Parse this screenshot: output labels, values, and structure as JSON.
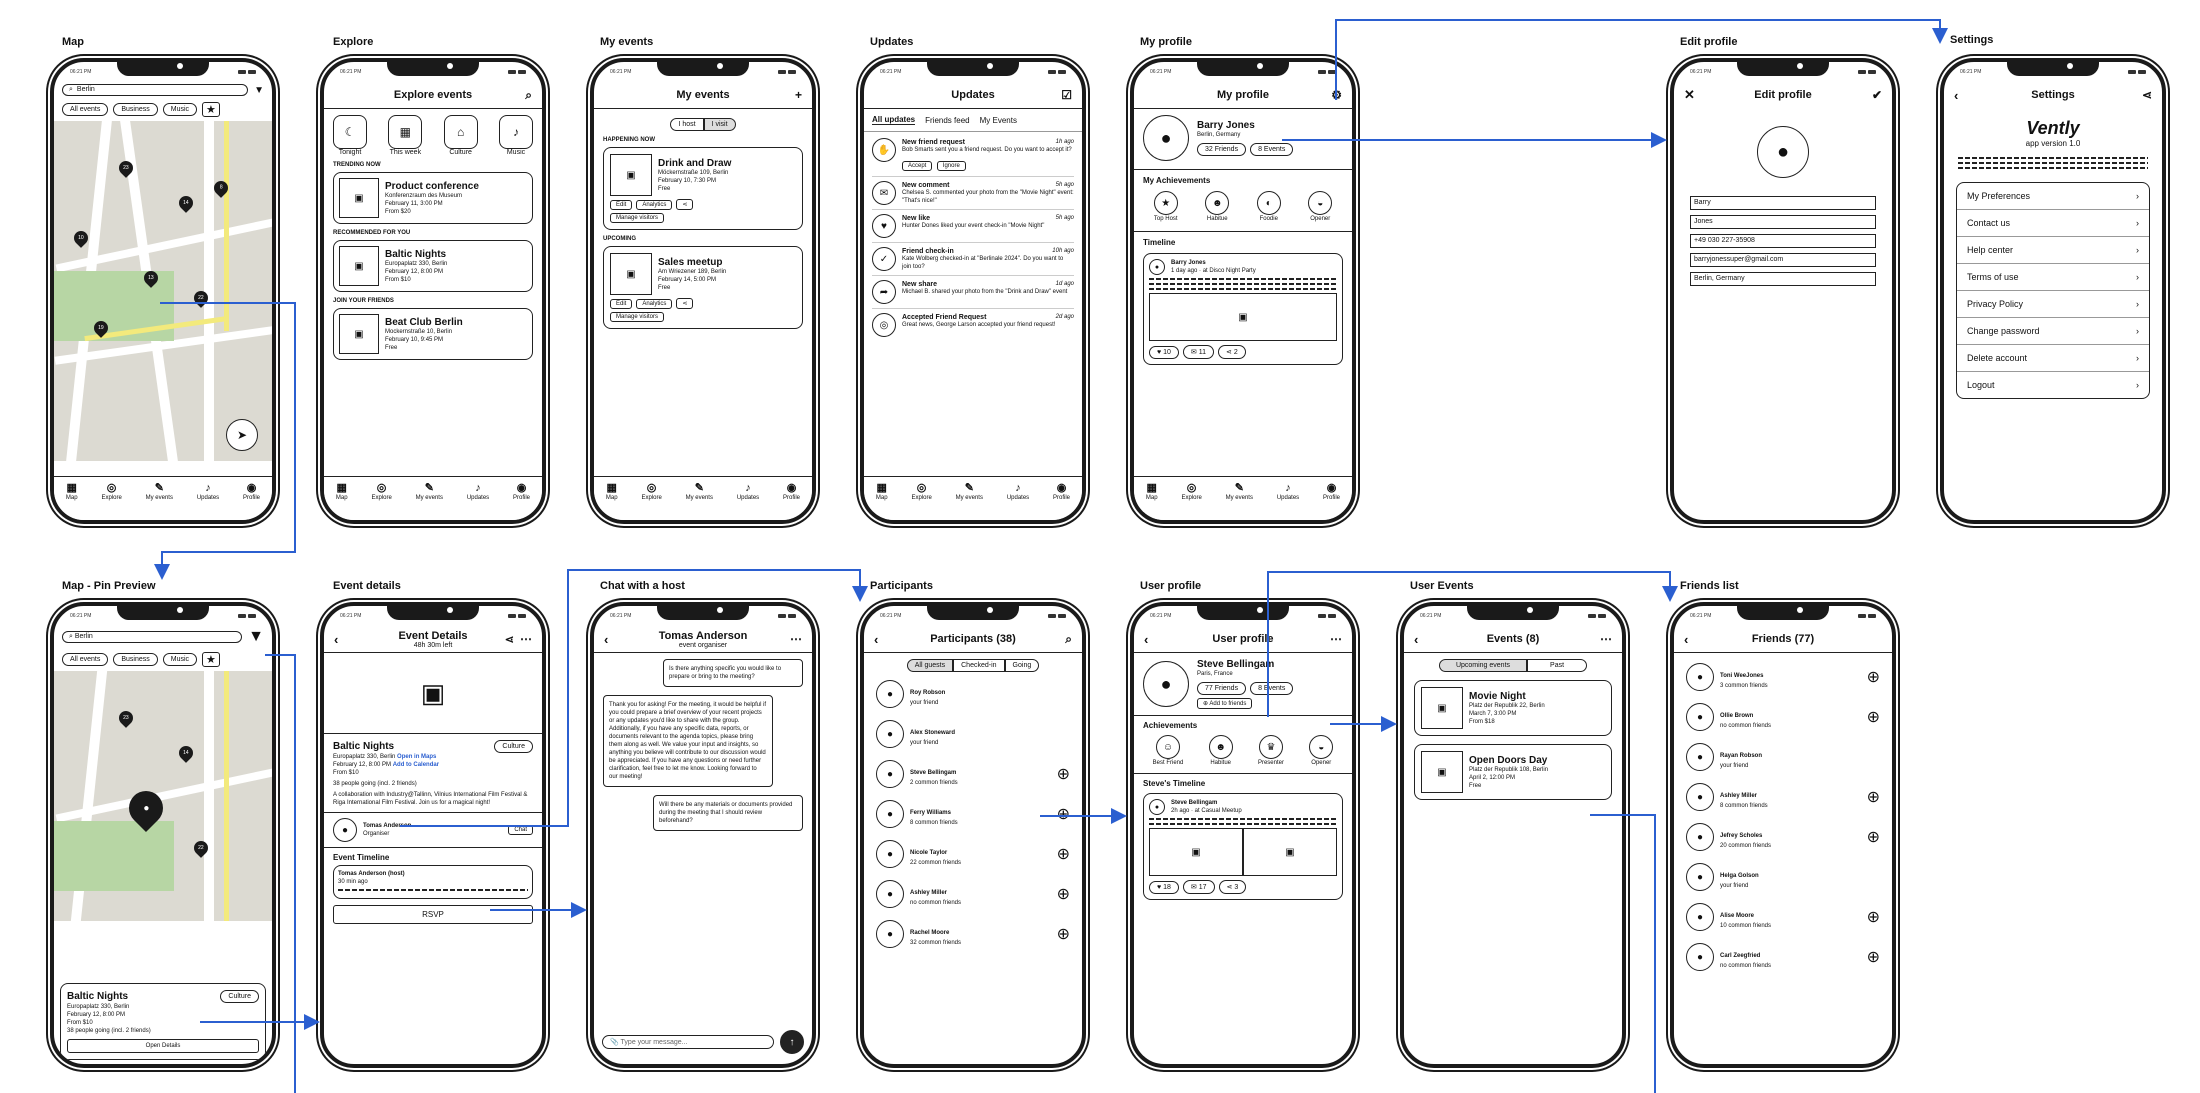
{
  "labels": {
    "map": "Map",
    "explore": "Explore",
    "my_events": "My events",
    "updates": "Updates",
    "my_profile": "My profile",
    "edit_profile": "Edit profile",
    "settings": "Settings",
    "pin_preview": "Map - Pin Preview",
    "event_details": "Event details",
    "chat": "Chat with a host",
    "participants": "Participants",
    "user_profile": "User profile",
    "user_events": "User Events",
    "friends_list": "Friends list"
  },
  "status_time": "06:21 PM",
  "nav": [
    "Map",
    "Explore",
    "My events",
    "Updates",
    "Profile"
  ],
  "map": {
    "search": "Berlin",
    "chips": [
      "All events",
      "Business",
      "Music"
    ],
    "pins": [
      "23",
      "10",
      "14",
      "8",
      "13",
      "22",
      "19"
    ]
  },
  "explore": {
    "title": "Explore events",
    "quick": [
      "Tonight",
      "This week",
      "Culture",
      "Music"
    ],
    "trending": "TRENDING NOW",
    "recommended": "RECOMMENDED FOR YOU",
    "friends": "JOIN YOUR FRIENDS",
    "events": [
      {
        "name": "Product conference",
        "place": "Konferenzraum des Museum",
        "date": "February 11, 3:00 PM",
        "price": "From $20"
      },
      {
        "name": "Baltic Nights",
        "place": "Europaplatz 330, Berlin",
        "date": "February 12, 8:00 PM",
        "price": "From $10"
      },
      {
        "name": "Beat Club Berlin",
        "place": "Mockernstraße 10, Berlin",
        "date": "February 10, 9:45 PM",
        "price": "Free"
      }
    ]
  },
  "my_events": {
    "title": "My events",
    "toggle": [
      "I host",
      "I visit"
    ],
    "happening": "HAPPENING NOW",
    "upcoming": "UPCOMING",
    "events": [
      {
        "name": "Drink and Draw",
        "place": "Möckernstraße 109, Berlin",
        "date": "February 10, 7:30 PM",
        "price": "Free"
      },
      {
        "name": "Sales meetup",
        "place": "Am Wriezener 189, Berlin",
        "date": "February 14, 5:00 PM",
        "price": "Free"
      }
    ],
    "buttons": [
      "Edit",
      "Analytics",
      "Manage visitors"
    ]
  },
  "updates": {
    "title": "Updates",
    "tabs": [
      "All updates",
      "Friends feed",
      "My Events"
    ],
    "items": [
      {
        "t": "New friend request",
        "time": "1h ago",
        "d": "Bob Smarts sent you a friend request. Do you want to accept it?"
      },
      {
        "t": "New comment",
        "time": "5h ago",
        "d": "Chelsea S. commented your photo from the \"Movie Night\" event: \"That's nice!\""
      },
      {
        "t": "New like",
        "time": "5h ago",
        "d": "Hunter Dones liked your event check-in \"Movie Night\""
      },
      {
        "t": "Friend check-in",
        "time": "10h ago",
        "d": "Kate Wolberg checked-in at \"Berlinale 2024\". Do you want to join too?"
      },
      {
        "t": "New share",
        "time": "1d ago",
        "d": "Michael B. shared your photo from the \"Drink and Draw\" event"
      },
      {
        "t": "Accepted Friend Request",
        "time": "2d ago",
        "d": "Great news, George Larson accepted your friend request!"
      }
    ],
    "accept": "Accept",
    "ignore": "Ignore"
  },
  "my_profile": {
    "title": "My profile",
    "name": "Barry Jones",
    "loc": "Berlin, Germany",
    "friends": "32 Friends",
    "events": "8 Events",
    "ach": "My Achievements",
    "badges": [
      "Top Host",
      "Habitue",
      "Foodie",
      "Opener"
    ],
    "timeline": "Timeline",
    "post_meta": "1 day ago · at Disco Night Party",
    "likes": "10",
    "comments": "11",
    "shares": "2"
  },
  "edit": {
    "title": "Edit profile",
    "fields": [
      "Barry",
      "Jones",
      "+49 030 227-35908",
      "barryjonessuper@gmail.com",
      "Berlin, Germany"
    ]
  },
  "settings": {
    "title": "Settings",
    "app": "Vently",
    "version": "app version 1.0",
    "items": [
      "My Preferences",
      "Contact us",
      "Help center",
      "Terms of use",
      "Privacy Policy",
      "Change password",
      "Delete account",
      "Logout"
    ]
  },
  "pin": {
    "name": "Baltic Nights",
    "tag": "Culture",
    "place": "Europaplatz 330, Berlin",
    "date": "February 12, 8:00 PM",
    "price": "From $10",
    "going": "38 people going (incl. 2 friends)",
    "open": "Open Details"
  },
  "details": {
    "title": "Event Details",
    "sub": "48h 30m left",
    "name": "Baltic Nights",
    "tag": "Culture",
    "place": "Europaplatz 330, Berlin",
    "date": "February 12, 8:00 PM",
    "price": "From $10",
    "maps": "Open in Maps",
    "cal": "Add to Calendar",
    "going": "38 people going (incl. 2 friends)",
    "desc": "A collaboration with Industry@Tallinn, Vilnius International Film Festival & Riga International Film Festival. Join us for a magical night!",
    "host": "Tomas Anderson",
    "role": "Organiser",
    "chat": "Chat",
    "timeline": "Event Timeline",
    "post": "Tomas Anderson (host)",
    "post_time": "30 min ago",
    "rsvp": "RSVP"
  },
  "chat": {
    "name": "Tomas Anderson",
    "role": "event organiser",
    "m1": "Is there anything specific you would like to prepare or bring to the meeting?",
    "m2": "Thank you for asking! For the meeting, it would be helpful if you could prepare a brief overview of your recent projects or any updates you'd like to share with the group. Additionally, if you have any specific data, reports, or documents relevant to the agenda topics, please bring them along as well. We value your input and insights, so anything you believe will contribute to our discussion would be appreciated. If you have any questions or need further clarification, feel free to let me know. Looking forward to our meeting!",
    "m3": "Will there be any materials or documents provided during the meeting that I should review beforehand?",
    "placeholder": "Type your message..."
  },
  "participants": {
    "title": "Participants (38)",
    "tabs": [
      "All guests",
      "Checked-in",
      "Going"
    ],
    "list": [
      {
        "n": "Roy Robson",
        "s": "your friend"
      },
      {
        "n": "Alex Stoneward",
        "s": "your friend"
      },
      {
        "n": "Steve Bellingam",
        "s": "2 common friends"
      },
      {
        "n": "Ferry Williams",
        "s": "8 common friends"
      },
      {
        "n": "Nicole Taylor",
        "s": "22 common friends"
      },
      {
        "n": "Ashley Miller",
        "s": "no common friends"
      },
      {
        "n": "Rachel Moore",
        "s": "32 common friends"
      }
    ]
  },
  "user_profile": {
    "title": "User profile",
    "name": "Steve Bellingam",
    "loc": "Paris, France",
    "friends": "77 Friends",
    "events": "8 Events",
    "add": "Add to friends",
    "ach": "Achievements",
    "badges": [
      "Best Friend",
      "Habitue",
      "Presenter",
      "Opener"
    ],
    "timeline": "Steve's Timeline",
    "post_meta": "2h ago · at Casual Meetup",
    "likes": "18",
    "comments": "17",
    "shares": "3"
  },
  "user_events": {
    "title": "Events (8)",
    "tabs": [
      "Upcoming events",
      "Past"
    ],
    "events": [
      {
        "name": "Movie Night",
        "place": "Platz der Republik 22, Berlin",
        "date": "March 7, 3:00 PM",
        "price": "From $18"
      },
      {
        "name": "Open Doors Day",
        "place": "Platz der Republik 108, Berlin",
        "date": "April 2, 12:00 PM",
        "price": "Free"
      }
    ]
  },
  "friends": {
    "title": "Friends (77)",
    "list": [
      {
        "n": "Toni WeeJones",
        "s": "3 common friends"
      },
      {
        "n": "Ollie Brown",
        "s": "no common friends"
      },
      {
        "n": "Rayan Robson",
        "s": "your friend"
      },
      {
        "n": "Ashley Miller",
        "s": "8 common friends"
      },
      {
        "n": "Jefrey Scholes",
        "s": "20 common friends"
      },
      {
        "n": "Helga Golson",
        "s": "your friend"
      },
      {
        "n": "Alise Moore",
        "s": "10 common friends"
      },
      {
        "n": "Carl Zeegfried",
        "s": "no common friends"
      }
    ]
  }
}
